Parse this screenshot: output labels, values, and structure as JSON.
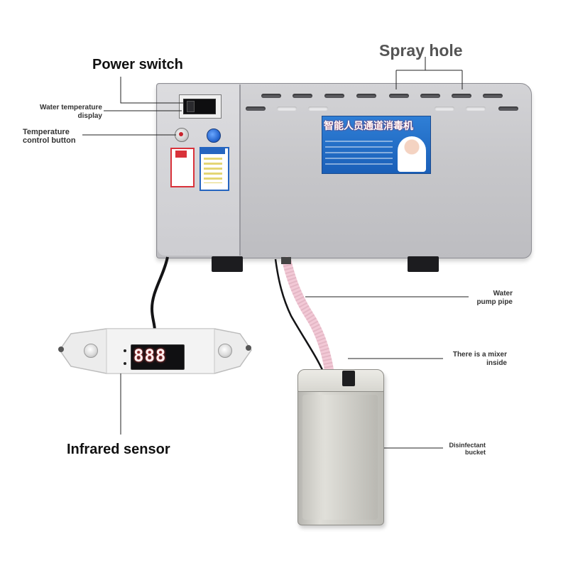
{
  "labels": {
    "spray_hole": "Spray hole",
    "power_switch": "Power switch",
    "water_temperature_display": [
      "Water temperature",
      "display"
    ],
    "temperature_control_button": [
      "Temperature",
      "control button"
    ],
    "water_pump_pipe": [
      "Water",
      "pump pipe"
    ],
    "mixer": [
      "There is a mixer",
      "inside"
    ],
    "disinfectant_bucket": [
      "Disinfectant",
      "bucket"
    ],
    "infrared_sensor": "Infrared sensor"
  },
  "poster": {
    "title": "智能人员通道消毒机"
  },
  "sensor": {
    "display_value": "888"
  },
  "colors": {
    "housing": "#c9c9cc",
    "poster": "#1f6fd0",
    "knob_red": "#c8232c",
    "knob_blue": "#1f5fc9",
    "pipe": "#f2c9d6"
  }
}
